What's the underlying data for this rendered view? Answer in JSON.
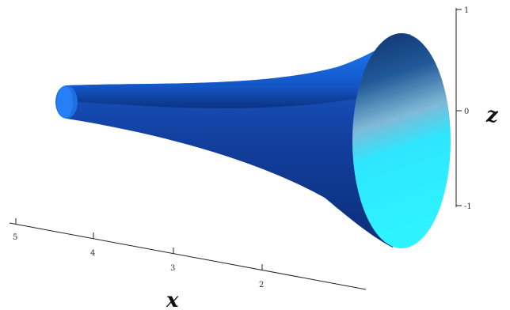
{
  "figure": {
    "type": "3d-surface",
    "description_visible": "surface of revolution (horn) rendered in 3D",
    "colors": {
      "surface_dark": "#0a2f7a",
      "surface_mid": "#1565d8",
      "surface_light": "#2b8cff",
      "mouth_cyan": "#2ef3ff",
      "axis": "#222222"
    }
  },
  "axes": {
    "x": {
      "label": "x",
      "ticks": [
        "5",
        "4",
        "3",
        "2"
      ]
    },
    "z": {
      "label": "z",
      "ticks": [
        "1",
        "0",
        "-1"
      ]
    }
  }
}
